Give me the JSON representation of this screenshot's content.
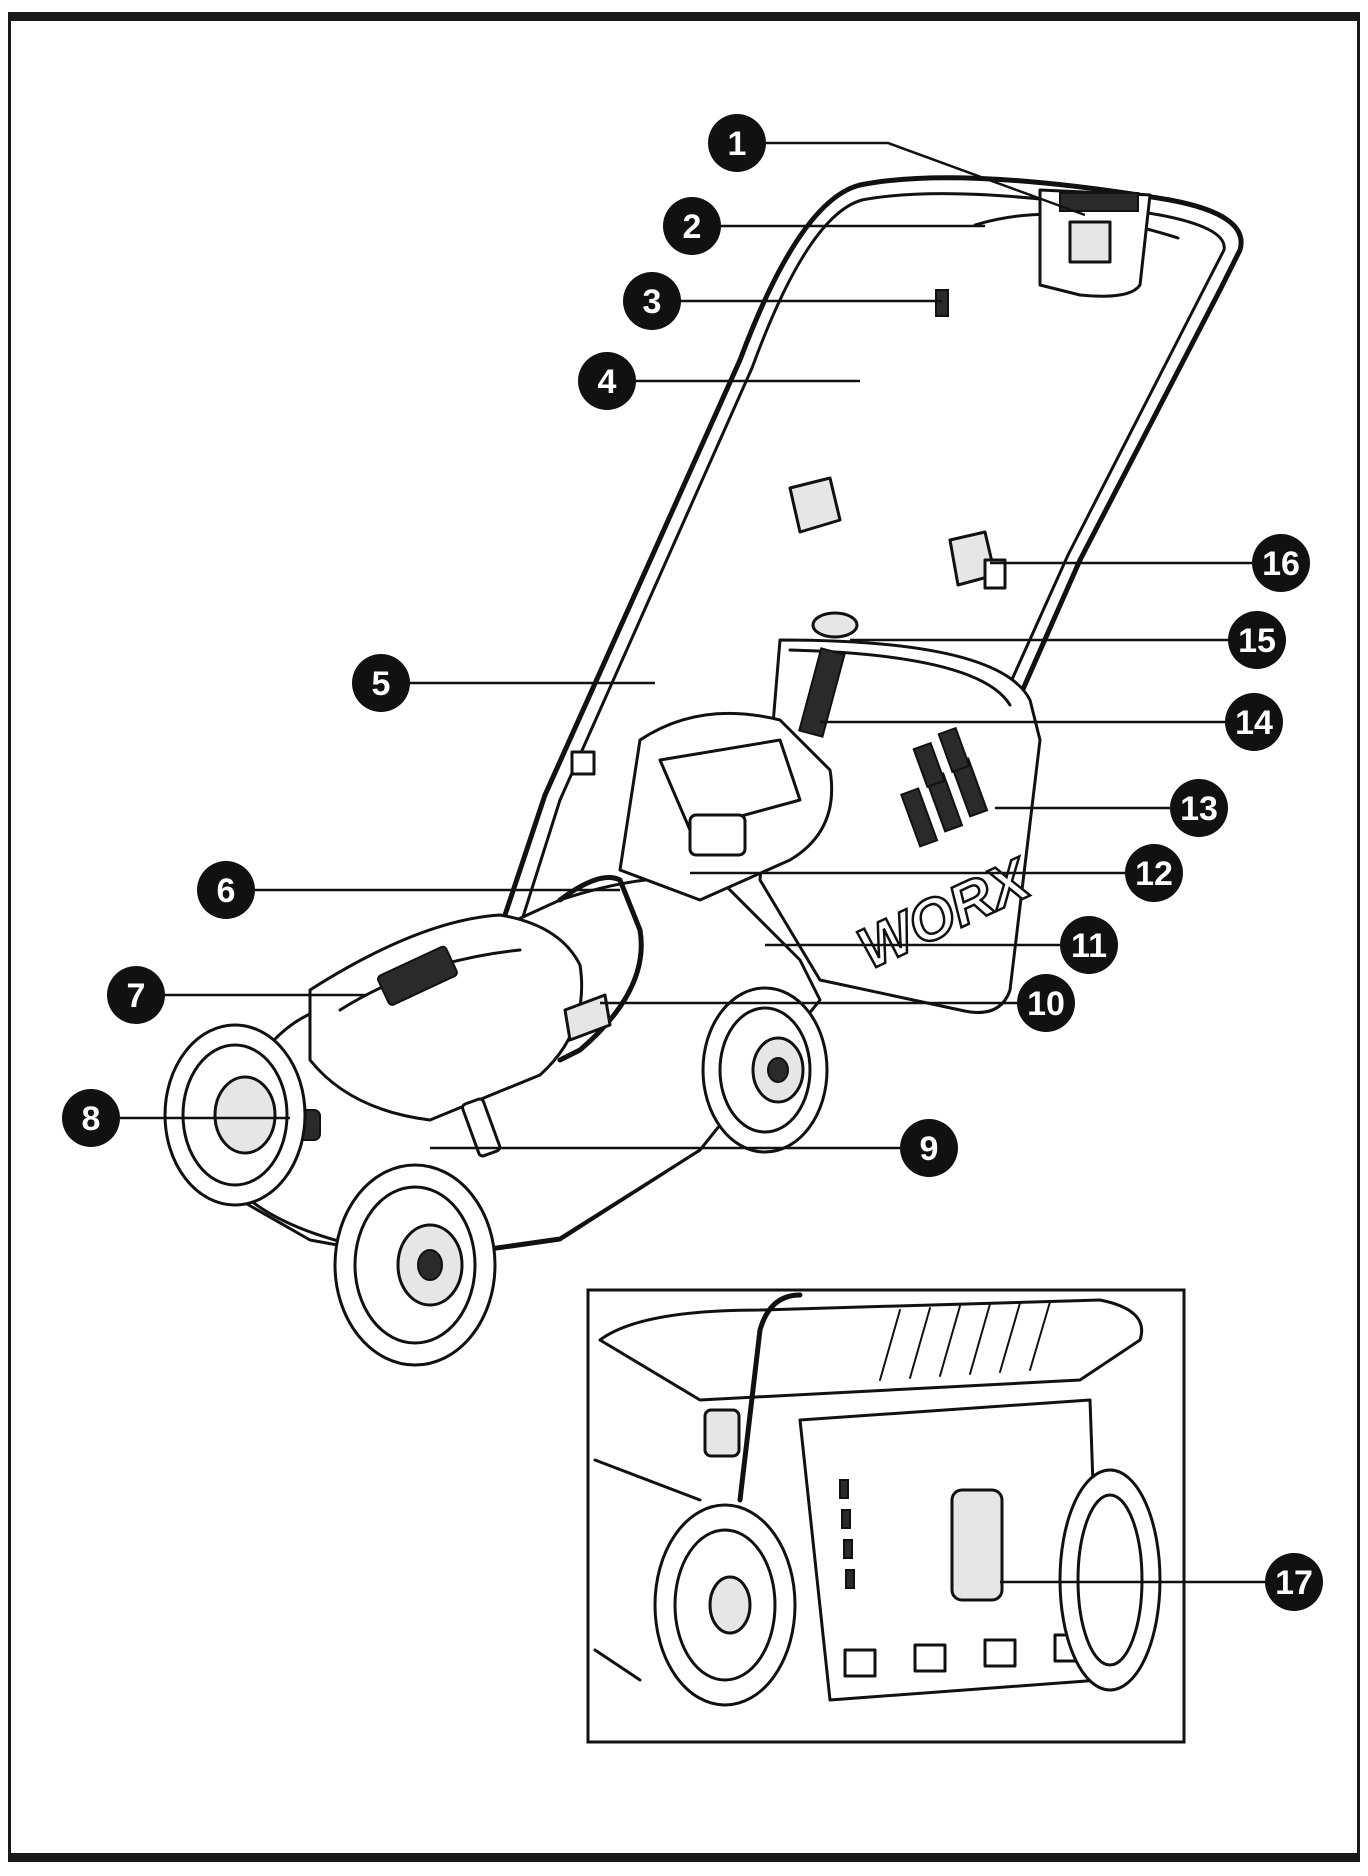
{
  "diagram": {
    "brand_text": "WORX",
    "callouts": [
      {
        "id": 1,
        "label": "1"
      },
      {
        "id": 2,
        "label": "2"
      },
      {
        "id": 3,
        "label": "3"
      },
      {
        "id": 4,
        "label": "4"
      },
      {
        "id": 5,
        "label": "5"
      },
      {
        "id": 6,
        "label": "6"
      },
      {
        "id": 7,
        "label": "7"
      },
      {
        "id": 8,
        "label": "8"
      },
      {
        "id": 9,
        "label": "9"
      },
      {
        "id": 10,
        "label": "10"
      },
      {
        "id": 11,
        "label": "11"
      },
      {
        "id": 12,
        "label": "12"
      },
      {
        "id": 13,
        "label": "13"
      },
      {
        "id": 14,
        "label": "14"
      },
      {
        "id": 15,
        "label": "15"
      },
      {
        "id": 16,
        "label": "16"
      },
      {
        "id": 17,
        "label": "17"
      }
    ],
    "inset_callout": "17",
    "colors": {
      "ink": "#111111",
      "background": "#ffffff"
    }
  }
}
